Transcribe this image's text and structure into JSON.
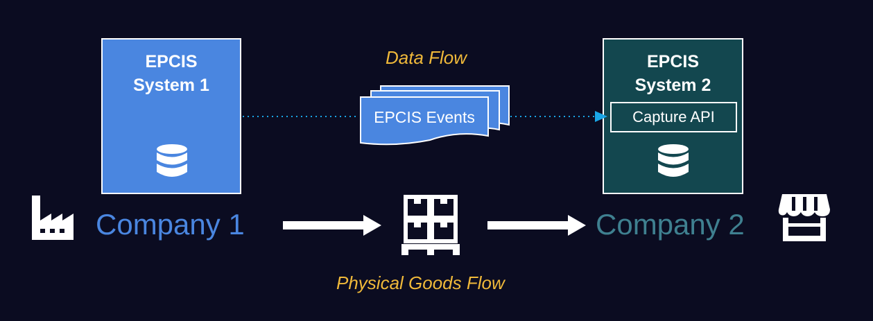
{
  "data_flow": {
    "label": "Data Flow",
    "document_label": "EPCIS Events"
  },
  "system1": {
    "title_line1": "EPCIS",
    "title_line2": "System 1",
    "icon": "database-icon",
    "color": "#4a86e0"
  },
  "system2": {
    "title_line1": "EPCIS",
    "title_line2": "System 2",
    "capture_api_label": "Capture API",
    "icon": "database-icon",
    "color": "#13474f"
  },
  "company1": {
    "label": "Company 1",
    "icon": "factory-icon",
    "color": "#4a86e0"
  },
  "company2": {
    "label": "Company 2",
    "icon": "store-icon",
    "color": "#3f8090"
  },
  "goods_flow": {
    "label": "Physical Goods Flow",
    "icon": "pallet-boxes-icon"
  },
  "colors": {
    "background": "#0b0c21",
    "accent_label": "#f0b93a",
    "dotted_connector": "#1aa6e6"
  }
}
